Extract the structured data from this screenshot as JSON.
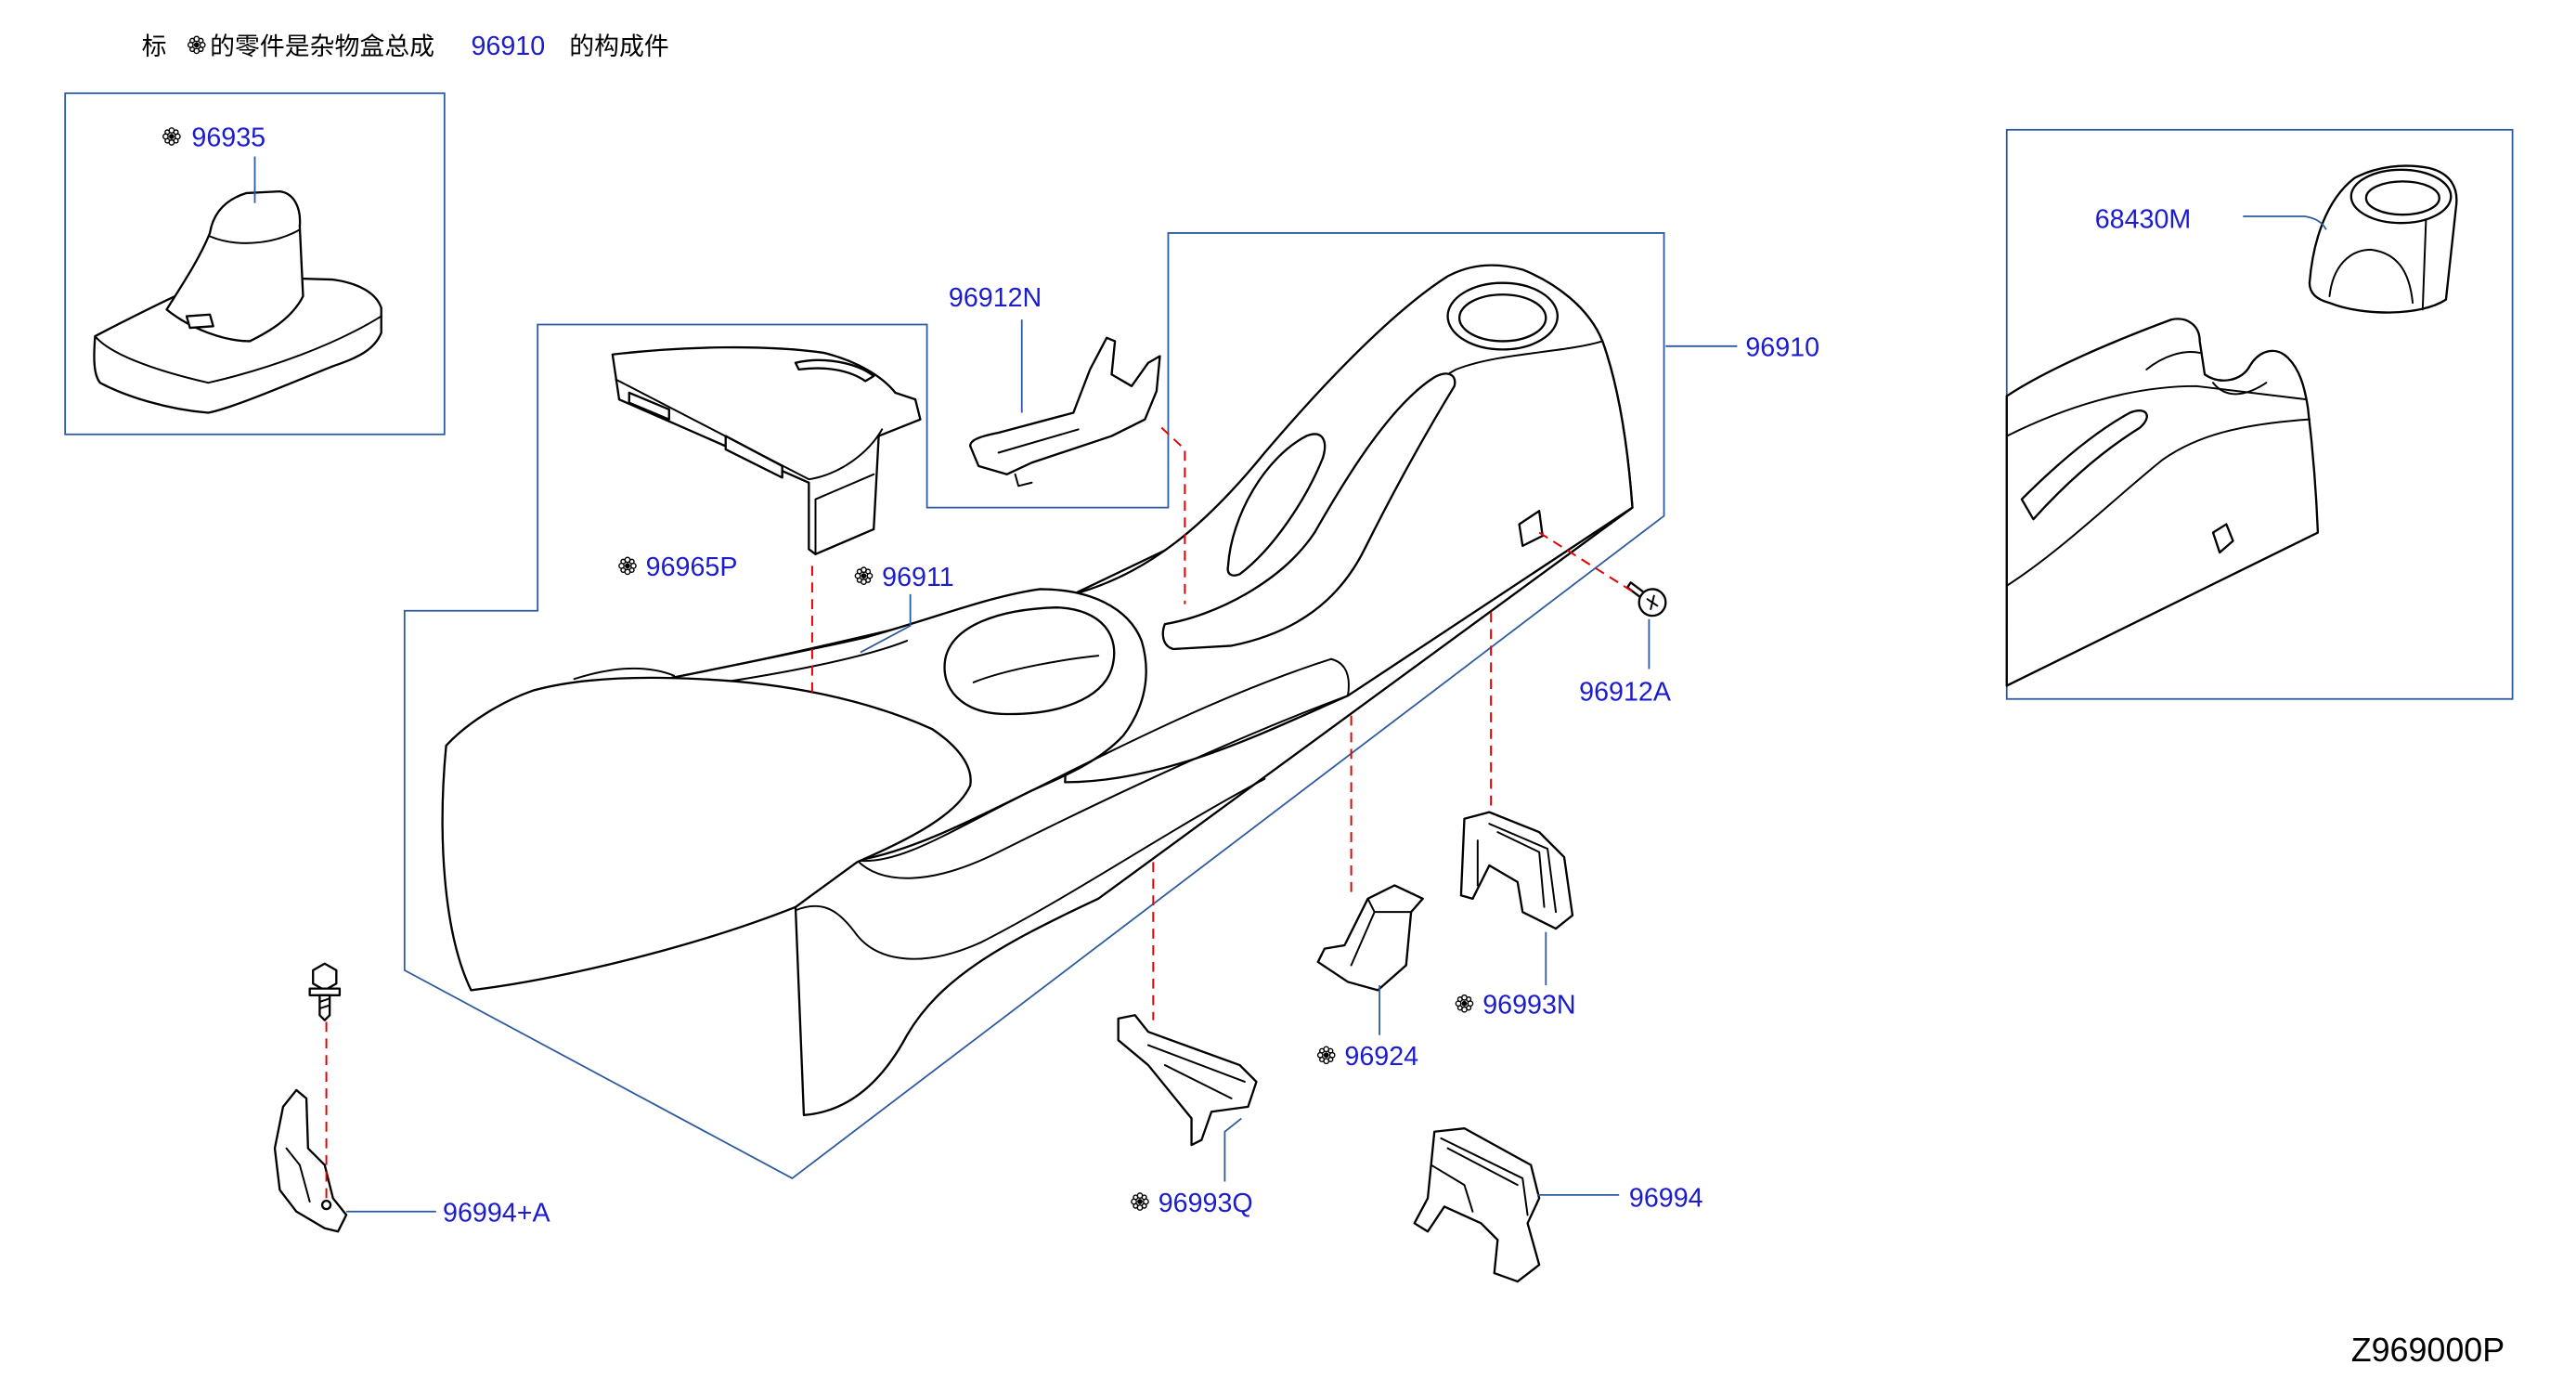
{
  "header": {
    "prefix": "标",
    "middle": "的零件是杂物盒总成",
    "part_no": "96910",
    "suffix": "的构成件"
  },
  "callouts": [
    {
      "label": "96935",
      "marked": true
    },
    {
      "label": "96912N",
      "marked": false
    },
    {
      "label": "96910",
      "marked": false
    },
    {
      "label": "68430M",
      "marked": false
    },
    {
      "label": "96965P",
      "marked": true
    },
    {
      "label": "96911",
      "marked": true
    },
    {
      "label": "96912A",
      "marked": false
    },
    {
      "label": "96993N",
      "marked": true
    },
    {
      "label": "96924",
      "marked": true
    },
    {
      "label": "96993Q",
      "marked": true
    },
    {
      "label": "96994+A",
      "marked": false
    },
    {
      "label": "96994",
      "marked": false
    }
  ],
  "diagram_code": "Z969000P",
  "icons": {
    "mark": "flower-asterisk-icon"
  },
  "colors": {
    "callout": "#1c1ccf",
    "frame": "#2d5a9e",
    "dashed": "#e30000",
    "ink": "#000000"
  }
}
